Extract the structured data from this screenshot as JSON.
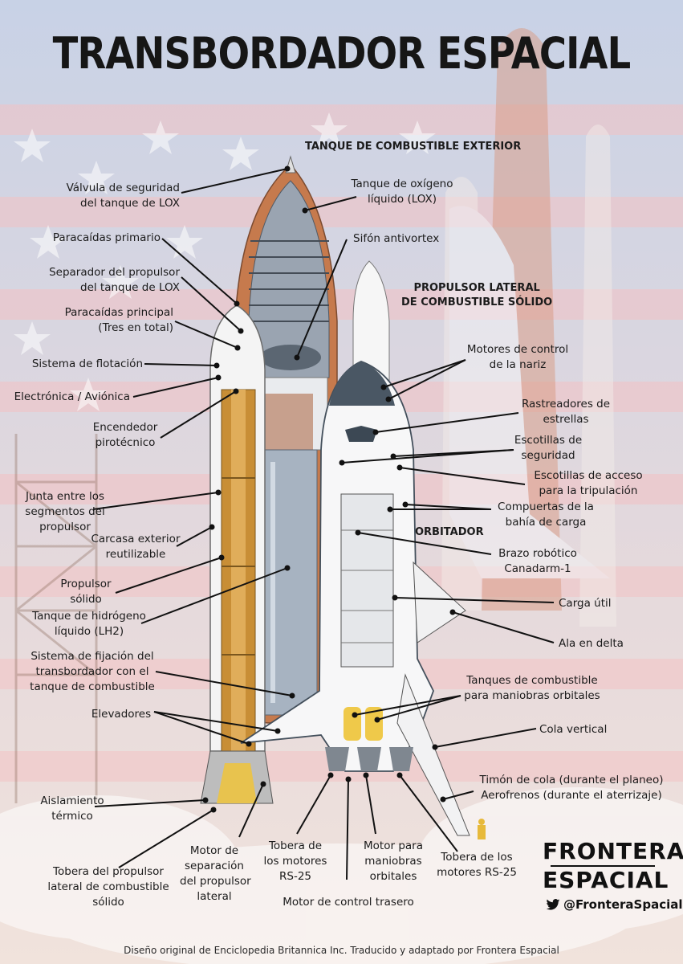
{
  "title": "TRANSBORDADOR ESPACIAL",
  "sections": {
    "tank": "TANQUE DE COMBUSTIBLE EXTERIOR",
    "booster": "PROPULSOR LATERAL\nDE COMBUSTIBLE SÓLIDO",
    "orbiter": "ORBITADOR"
  },
  "labels": {
    "lox_valve": "Válvula de seguridad\ndel tanque de LOX",
    "lox_tank": "Tanque de oxígeno\nlíquido (LOX)",
    "drogue_chute": "Paracaídas primario",
    "antivortex": "Sifón antivortex",
    "separator": "Separador del propulsor\ndel tanque de LOX",
    "main_chutes": "Paracaídas principal\n(Tres en total)",
    "flotation": "Sistema de flotación",
    "avionics": "Electrónica / Aviónica",
    "igniter": "Encendedor\npirotécnico",
    "nose_rcs": "Motores de control\nde la nariz",
    "star_trackers": "Rastreadores de\nestrellas",
    "safety_hatch": "Escotillas de\nseguridad",
    "crew_hatch": "Escotillas de acceso\npara la tripulación",
    "segment_joint": "Junta entre los\nsegmentos del\npropulsor",
    "payload_doors": "Compuertas de la\nbahía de carga",
    "casing": "Carcasa exterior\nreutilizable",
    "canadarm": "Brazo robótico\nCanadarm-1",
    "solid_propellant": "Propulsor\nsólido",
    "lh2_tank": "Tanque de hidrógeno\nlíquido (LH2)",
    "payload": "Carga útil",
    "delta_wing": "Ala en delta",
    "attach_system": "Sistema de fijación del\ntransbordador con el\ntanque de combustible",
    "oms_tanks": "Tanques de combustible\npara maniobras orbitales",
    "elevons": "Elevadores",
    "vertical_tail": "Cola vertical",
    "rudder": "Timón de cola (durante el planeo)\nAerofrenos (durante el aterrizaje)",
    "insulation": "Aislamiento\ntérmico",
    "sep_motor": "Motor de\nseparación\ndel propulsor\nlateral",
    "rs25_left": "Tobera de\nlos motores\nRS-25",
    "oms_engine": "Motor para\nmaniobras\norbitales",
    "rs25_right": "Tobera de los\nmotores RS-25",
    "srb_nozzle": "Tobera del propulsor\nlateral de combustible\nsólido",
    "aft_rcs": "Motor de control trasero"
  },
  "logo": {
    "line1": "FRONTERA",
    "line2": "ESPACIAL",
    "handle": "@FronteraSpacial"
  },
  "credit": "Diseño original de Enciclopedia Britannica Inc. Traducido y adaptado por Frontera Espacial",
  "colors": {
    "text": "#1b1b1b",
    "tank_orange": "#c9794a",
    "booster_gold": "#c9923a",
    "flag_red": "#e8a3a3",
    "orbiter_dark": "#4e5a66"
  }
}
